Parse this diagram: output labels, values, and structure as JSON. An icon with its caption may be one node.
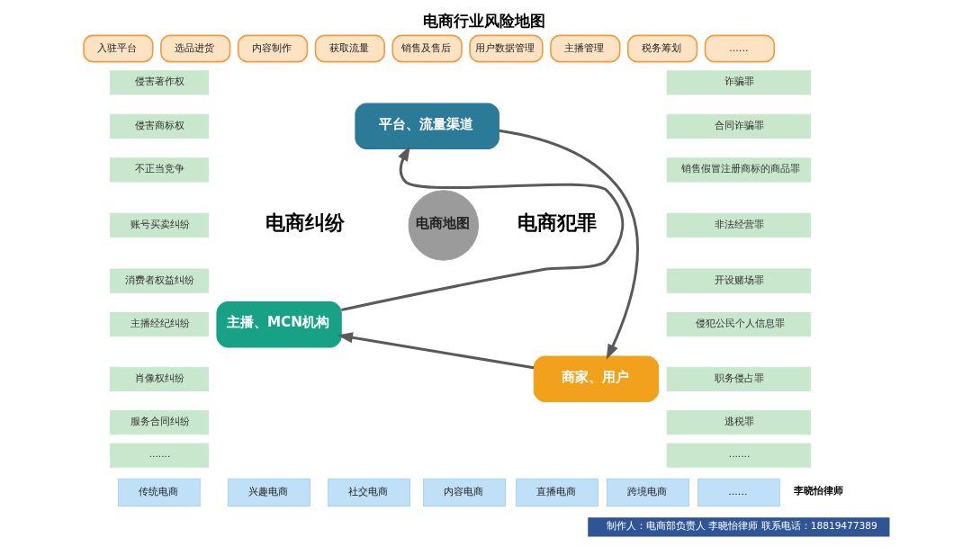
{
  "diagram": {
    "title": "电商行业风险地图",
    "nodes": [
      {
        "text": [
          "入驻平台"
        ]
      },
      {
        "text": [
          "选品进货"
        ]
      },
      {
        "text": [
          "内容制作"
        ]
      },
      {
        "text": [
          "获取流量"
        ]
      },
      {
        "text": [
          "销售及售后"
        ]
      },
      {
        "text": [
          "用户数据管理"
        ]
      },
      {
        "text": [
          "主播管理"
        ]
      },
      {
        "text": [
          "税务筹划"
        ]
      },
      {
        "text": [
          "......"
        ]
      },
      {
        "text": [
          "侵害著作权"
        ]
      },
      {
        "text": [
          "侵害商标权"
        ]
      },
      {
        "text": [
          "不正当竞争"
        ]
      },
      {
        "text": [
          "账号买卖纠纷"
        ]
      },
      {
        "text": [
          "消费者权益纠纷"
        ]
      },
      {
        "text": [
          "主播经纪纠纷"
        ]
      },
      {
        "text": [
          "肖像权纠纷"
        ]
      },
      {
        "text": [
          "服务合同纠纷"
        ]
      },
      {
        "text": [
          "......."
        ]
      },
      {
        "text": [
          "平台、流量渠道"
        ]
      },
      {
        "text": [
          "主播、MCN机构"
        ]
      },
      {
        "text": [
          "电商地图"
        ]
      },
      {
        "text": [
          "商家、用户"
        ]
      },
      {
        "text": [
          "诈骗罪"
        ]
      },
      {
        "text": [
          "合同诈骗罪"
        ]
      },
      {
        "text": [
          "销售假冒注册商标的商品罪"
        ]
      },
      {
        "text": [
          "非法经营罪"
        ]
      },
      {
        "text": [
          "开设赌场罪"
        ]
      },
      {
        "text": [
          "侵犯公民个人信息罪"
        ]
      },
      {
        "text": [
          "职务侵占罪"
        ]
      },
      {
        "text": [
          "逃税罪"
        ]
      },
      {
        "text": [
          "......."
        ]
      },
      {
        "text": [
          "传统电商"
        ]
      },
      {
        "text": [
          "兴趣电商"
        ]
      },
      {
        "text": [
          "社交电商"
        ]
      },
      {
        "text": [
          "内容电商"
        ]
      },
      {
        "text": [
          "直播电商"
        ]
      },
      {
        "text": [
          "跨境电商"
        ]
      },
      {
        "text": [
          "......"
        ]
      },
      {
        "text": [
          "制作人：电商部负责人 李晓怡律师 联系电话：18819477389"
        ]
      }
    ],
    "edges": [
      {
        "from": 18,
        "to": 21,
        "arrow": "to"
      },
      {
        "from": 21,
        "to": 19,
        "arrow": "to"
      },
      {
        "from": 19,
        "to": 18,
        "arrow": "to"
      }
    ],
    "labels": [
      "电商纠纷",
      "电商犯罪",
      "李晓怡律师"
    ]
  }
}
